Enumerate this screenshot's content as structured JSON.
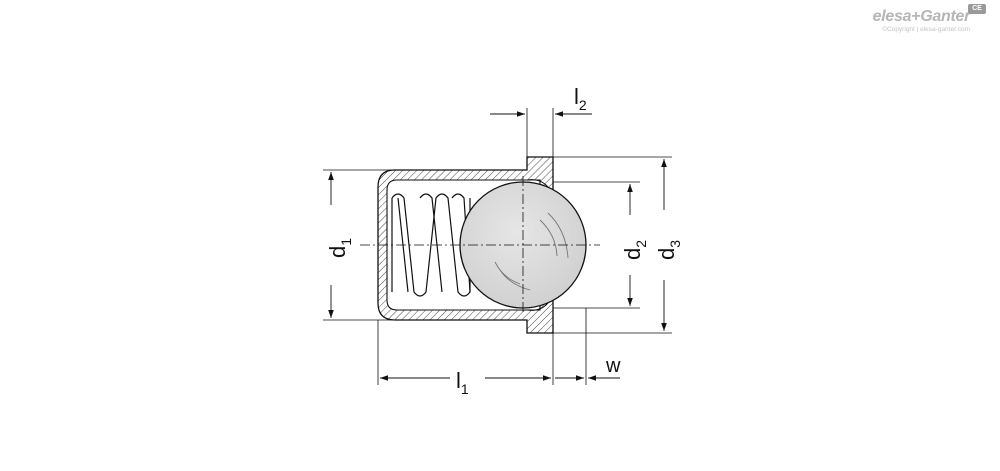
{
  "brand": {
    "name": "elesa+Ganter",
    "copyright": "©Copyright | elesa-ganter.com",
    "badge": "CE"
  },
  "dimensions": {
    "l1": {
      "main": "l",
      "sub": "1"
    },
    "l2": {
      "main": "l",
      "sub": "2"
    },
    "d1": {
      "main": "d",
      "sub": "1"
    },
    "d2": {
      "main": "d",
      "sub": "2"
    },
    "d3": {
      "main": "d",
      "sub": "3"
    },
    "w": {
      "main": "w"
    }
  }
}
